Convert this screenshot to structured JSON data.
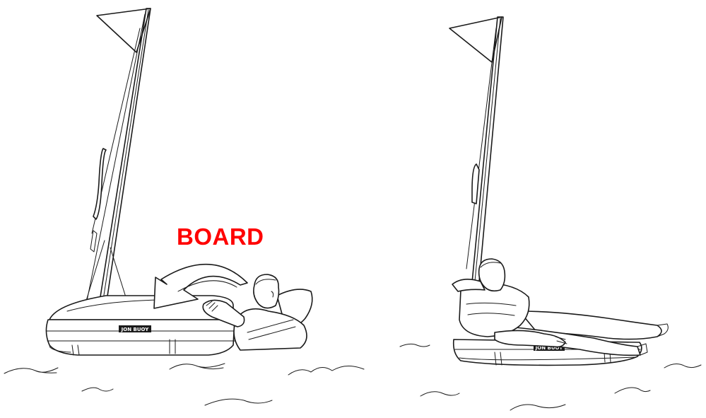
{
  "callout": {
    "text": "BOARD",
    "color": "#ff0000"
  },
  "left_panel": {
    "raft_label": "JON BUOY"
  },
  "right_panel": {
    "raft_label": "JON BUOY"
  }
}
